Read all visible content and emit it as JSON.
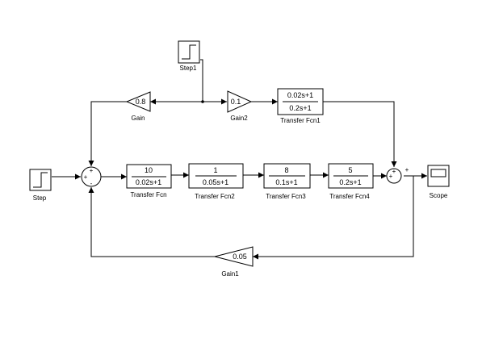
{
  "colors": {
    "line": "#000000",
    "block_fill": "#ffffff",
    "background": "#ffffff"
  },
  "blocks": {
    "step1": {
      "label": "Step1"
    },
    "step": {
      "label": "Step"
    },
    "scope": {
      "label": "Scope"
    },
    "gain": {
      "label": "Gain",
      "value": "0.8"
    },
    "gain2": {
      "label": "Gain2",
      "value": "0.1"
    },
    "gain1": {
      "label": "Gain1",
      "value": "0.05"
    },
    "tf1": {
      "label": "Transfer Fcn1",
      "num": "0.02s+1",
      "den": "0.2s+1"
    },
    "tf": {
      "label": "Transfer Fcn",
      "num": "10",
      "den": "0.02s+1"
    },
    "tf2": {
      "label": "Transfer Fcn2",
      "num": "1",
      "den": "0.05s+1"
    },
    "tf3": {
      "label": "Transfer Fcn3",
      "num": "8",
      "den": "0.1s+1"
    },
    "tf4": {
      "label": "Transfer Fcn4",
      "num": "5",
      "den": "0.2s+1"
    }
  },
  "sum1": {
    "signs": [
      "+",
      "+",
      "-"
    ]
  },
  "sum2": {
    "signs": [
      "+",
      "+",
      "+"
    ]
  }
}
